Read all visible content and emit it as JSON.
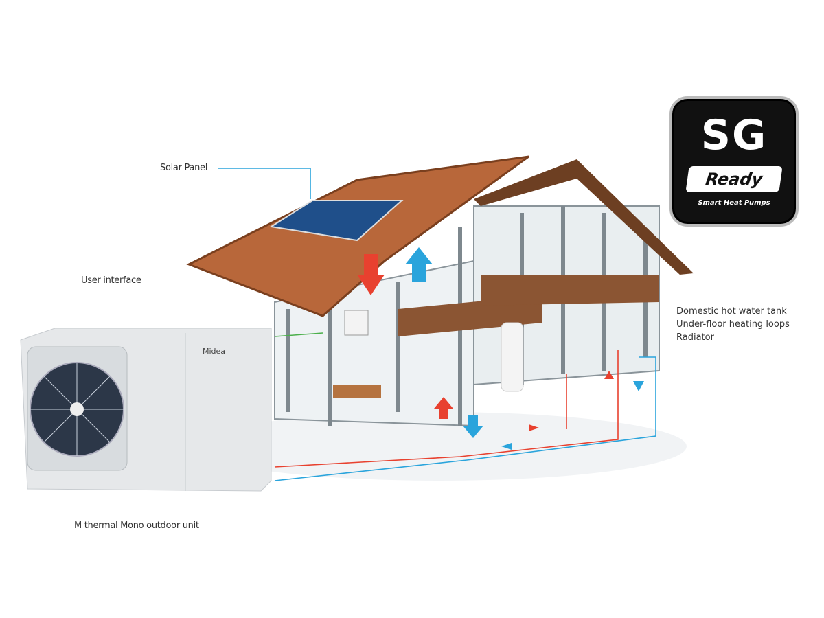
{
  "labels": {
    "solar_panel": "Solar Panel",
    "user_interface": "User interface",
    "outdoor_unit": "M thermal  Mono outdoor unit",
    "right": [
      "Domestic hot water tank",
      "Under-floor heating loops",
      "Radiator"
    ]
  },
  "badge": {
    "sg": "SG",
    "ready": "Ready",
    "subtitle": "Smart Heat Pumps"
  },
  "unit_brand": "Midea",
  "colors": {
    "hot": "#e8412f",
    "cold": "#2aa4dc",
    "roof": "#b8673a"
  }
}
